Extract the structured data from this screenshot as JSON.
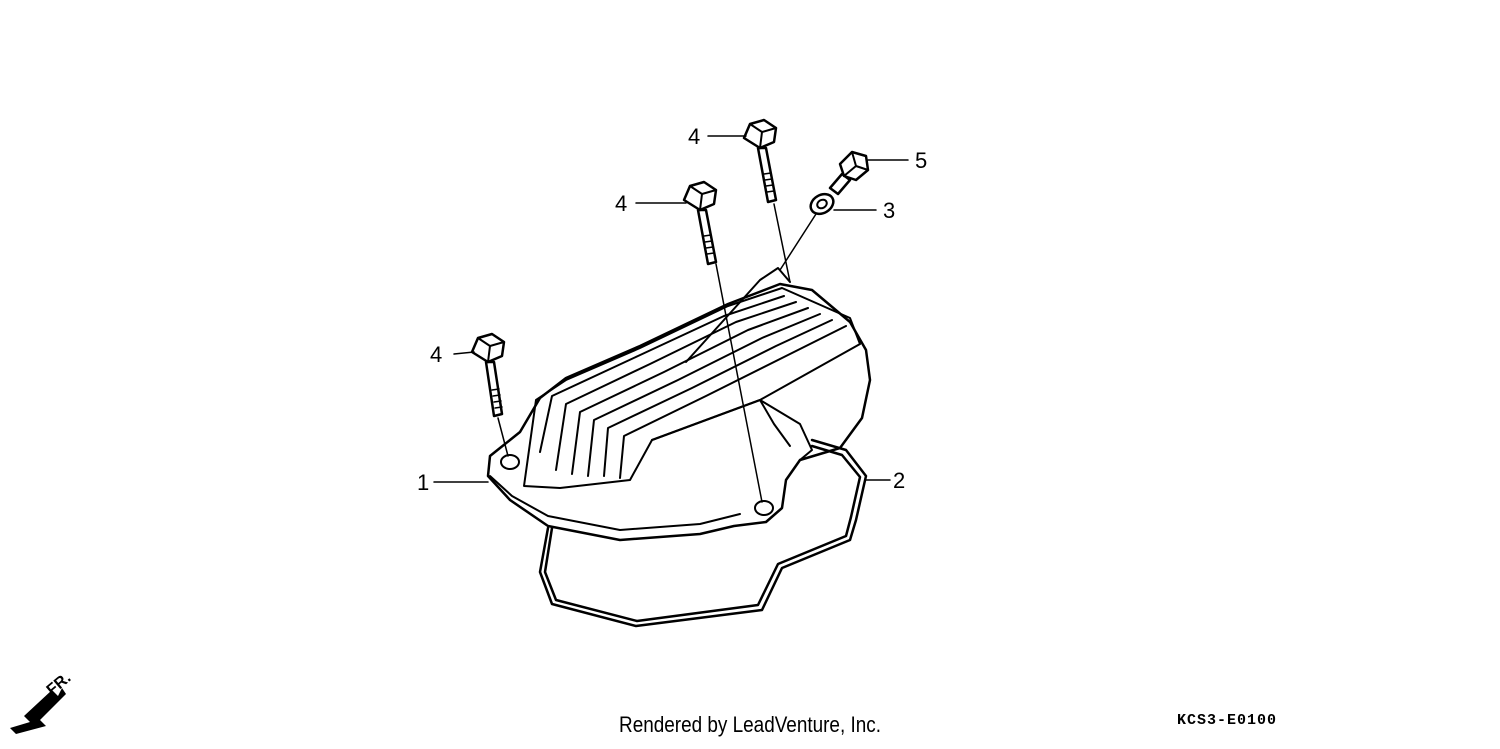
{
  "callouts": {
    "part_1": "1",
    "part_2": "2",
    "part_3": "3",
    "part_4_a": "4",
    "part_4_b": "4",
    "part_4_c": "4",
    "part_5": "5"
  },
  "direction": {
    "label": "FR.",
    "icon": "front-arrow-icon"
  },
  "footer": {
    "credit": "Rendered by LeadVenture, Inc.",
    "diagram_code": "KCS3-E0100"
  }
}
